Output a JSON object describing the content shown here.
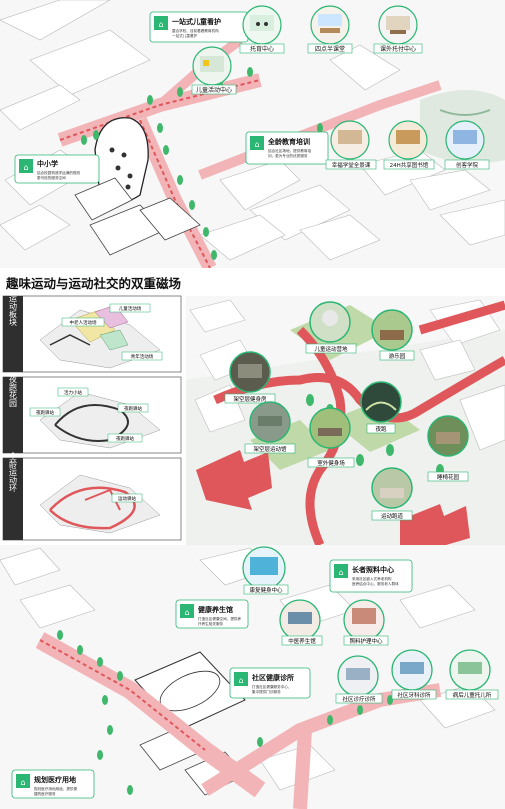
{
  "top": {
    "callouts": {
      "childcare": {
        "title": "一站式儿童看护",
        "desc": [
          "整合学校、目前看看教育机构",
          "一站式儿童看护"
        ]
      },
      "school": {
        "title": "中小学",
        "desc": [
          "结合校园构造学运满的规则",
          "更可信的服务空间"
        ]
      },
      "education": {
        "title": "全龄教育培训",
        "desc": [
          "结合社区场地，提供教育培",
          "训，更为专业的优质服务"
        ]
      }
    },
    "labels": {
      "nursery": "托育中心",
      "afterschool": "四点半课堂",
      "extracurricular": "课外托付中心",
      "kids_center": "儿童活动中心",
      "happy_school": "幸福学堂全景课",
      "bookstore": "24H共享图书馆",
      "innovation": "创客学院"
    }
  },
  "middle": {
    "title": "趣味运动与运动社交的双重磁场",
    "bands": {
      "band1": "运动板块",
      "band2": "夜跑花园",
      "band3": "全龄运动环"
    },
    "small_labels": {
      "a1": "儿童活动场",
      "a2": "中老人活动场",
      "a3": "青年活动场",
      "b1": "活力小站",
      "b2": "夜跑驿站",
      "b3": "夜跑驿站",
      "b4": "夜跑驿站",
      "c1": "运动驿站"
    },
    "photo_labels": {
      "kids_area": "儿童运动营地",
      "fun_park": "游乐园",
      "outdoor_gym": "架空层健身房",
      "night_run": "夜跑",
      "fitness_court": "架空层运动馆",
      "outdoor_fitness": "室外健身场",
      "pocket_garden": "睡椅花园",
      "sport_pavilion": "运动跑道"
    }
  },
  "bottom": {
    "callouts": {
      "elder": {
        "title": "长者照料中心",
        "desc": [
          "采用社区嵌入式养老机构",
          "医养结合中心，服务老人群体"
        ]
      },
      "health": {
        "title": "健康养生馆",
        "desc": [
          "打造社区健康空间，提供养",
          "疗养生相关服务"
        ]
      },
      "clinic": {
        "title": "社区健康诊所",
        "desc": [
          "打造社区健康服务中心，",
          "集中提供门诊服务"
        ]
      },
      "medical": {
        "title": "规划医疗用地",
        "desc": [
          "规划医疗用地用途，提供便",
          "捷的医疗服务"
        ]
      }
    },
    "labels": {
      "fitness_center": "康复健身中心",
      "tcm": "中医养生馆",
      "care_center": "照料护理中心",
      "community_clinic": "社区诊疗诊所",
      "dental": "社区牙科诊所",
      "pediatric": "病后儿童托儿所"
    }
  },
  "colors": {
    "accent_green": "#2bb673",
    "road_red": "#e0575b",
    "road_pink": "#f2b4b7",
    "label_bg": "#ffffff"
  }
}
